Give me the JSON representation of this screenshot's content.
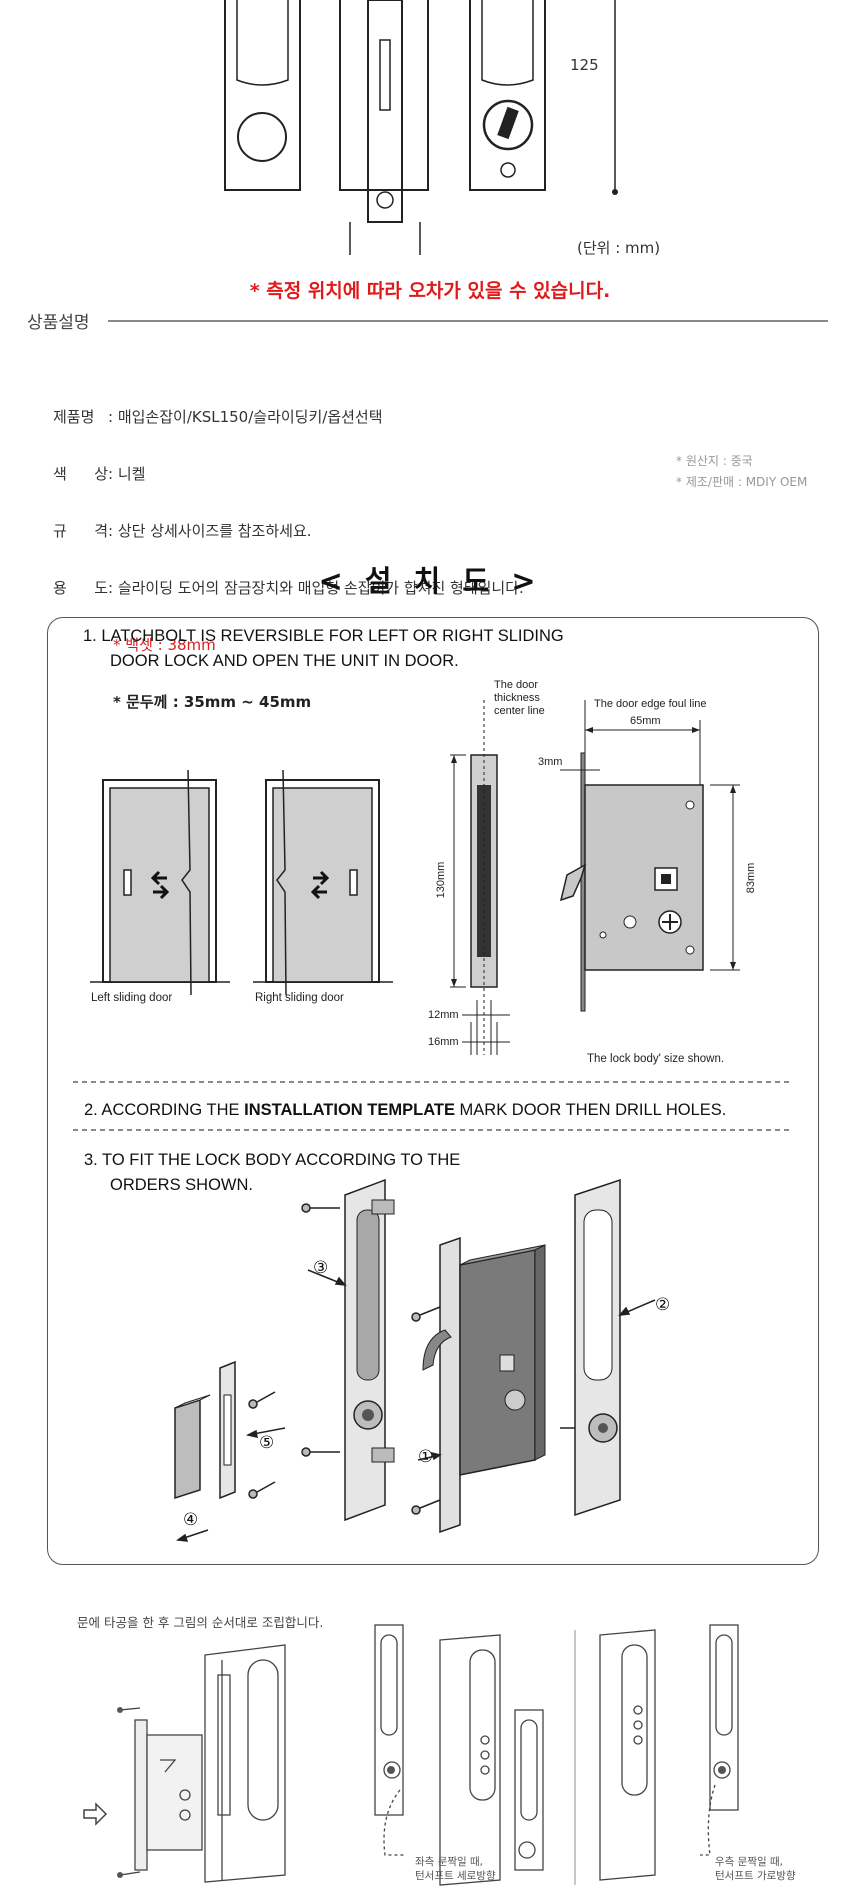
{
  "top_drawing": {
    "dim_125": "125",
    "unit_note": "(단위 : mm)"
  },
  "warning": "* 측정 위치에 따라 오차가 있을 수 있습니다.",
  "section_title": "상품설명",
  "specs": [
    {
      "label": "제품명",
      "value": ": 매입손잡이/KSL150/슬라이딩키/옵션선택"
    },
    {
      "label": "색 상",
      "value": ": 니켈"
    },
    {
      "label": "규 격",
      "value": ": 상단 상세사이즈를 참조하세요."
    },
    {
      "label": "용 도",
      "value": ": 슬라이딩 도어의 잠금장치와 매입형 손잡이가 합쳐진 형태입니다."
    }
  ],
  "spec_extra": {
    "backset": "* 백셋 : 38mm",
    "thickness": "* 문두께 : 35mm ~ 45mm"
  },
  "origin": {
    "country": "* 원산지 : 중국",
    "maker": "* 제조/판매 : MDIY OEM"
  },
  "install_title": "< 설 치 도 >",
  "install": {
    "step1_line1": "1. LATCHBOLT IS REVERSIBLE FOR LEFT OR RIGHT SLIDING",
    "step1_line2": "DOOR LOCK AND OPEN THE UNIT IN DOOR.",
    "door_center_1": "The door",
    "door_center_2": "thickness",
    "door_center_3": "center line",
    "door_edge": "The door edge foul line",
    "dim_65": "65mm",
    "dim_3": "3mm",
    "dim_130": "130mm",
    "dim_83": "83mm",
    "dim_12": "12mm",
    "dim_16": "16mm",
    "left_door": "Left sliding door",
    "right_door": "Right sliding door",
    "lock_size": "The lock body' size shown.",
    "step2_pre": "2. ACCORDING THE ",
    "step2_bold": "INSTALLATION TEMPLATE",
    "step2_post": " MARK DOOR THEN DRILL HOLES.",
    "step3_line1": "3. TO FIT THE LOCK BODY ACCORDING TO THE",
    "step3_line2": "ORDERS SHOWN.",
    "n1": "①",
    "n2": "②",
    "n3": "③",
    "n4": "④",
    "n5": "⑤"
  },
  "assembly": {
    "caption": "문에 타공을 한 후 그림의 순서대로 조립합니다.",
    "left_note_1": "좌측 문짝일 때,",
    "left_note_2": "턴서프트 세로방향",
    "right_note_1": "우측 문짝일 때,",
    "right_note_2": "턴서프트 가로방향"
  }
}
